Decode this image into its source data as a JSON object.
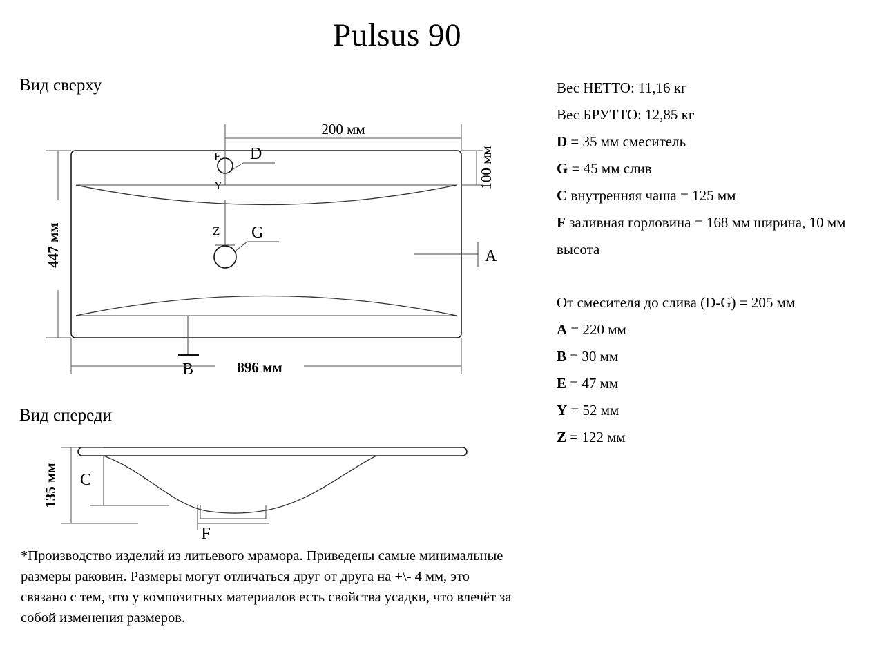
{
  "title": "Pulsus 90",
  "headings": {
    "top_view": "Вид сверху",
    "front_view": "Вид спереди"
  },
  "specs": {
    "group1": [
      {
        "label": "",
        "text": "Вес НЕТТО: 11,16 кг"
      },
      {
        "label": "",
        "text": "Вес БРУТТО: 12,85 кг"
      },
      {
        "label": "D",
        "text": " = 35 мм смеситель"
      },
      {
        "label": "G",
        "text": " = 45 мм слив"
      },
      {
        "label": "C",
        "text": " внутренняя чаша = 125 мм"
      },
      {
        "label": "F",
        "text": " заливная горловина = 168 мм ширина, 10 мм высота"
      }
    ],
    "group2": [
      {
        "label": "",
        "text": "От смесителя до слива (D-G) = 205 мм"
      },
      {
        "label": "A",
        "text": " = 220 мм"
      },
      {
        "label": "B",
        "text": " = 30 мм"
      },
      {
        "label": "E",
        "text": " = 47 мм"
      },
      {
        "label": "Y",
        "text": " = 52 мм"
      },
      {
        "label": "Z",
        "text": " = 122 мм"
      }
    ]
  },
  "top_view": {
    "dim_width": "896 мм",
    "dim_height": "447 мм",
    "dim_faucet_offset": "200 мм",
    "dim_back_edge": "100 мм",
    "label_a": "A",
    "label_b": "B",
    "label_d": "D",
    "label_e": "E",
    "label_y": "Y",
    "label_z": "Z",
    "label_g": "G"
  },
  "front_view": {
    "dim_height": "135 мм",
    "label_c": "C",
    "label_f": "F"
  },
  "footnote": "*Производство изделий из литьевого мрамора. Приведены самые минимальные размеры раковин. Размеры могут отличаться друг от друга на +\\- 4 мм, это связано с тем, что у композитных материалов есть свойства усадки, что влечёт за собой изменения размеров.",
  "colors": {
    "ink": "#000000",
    "line": "#1a1a1a",
    "dim_line": "#555555",
    "background": "#ffffff"
  }
}
